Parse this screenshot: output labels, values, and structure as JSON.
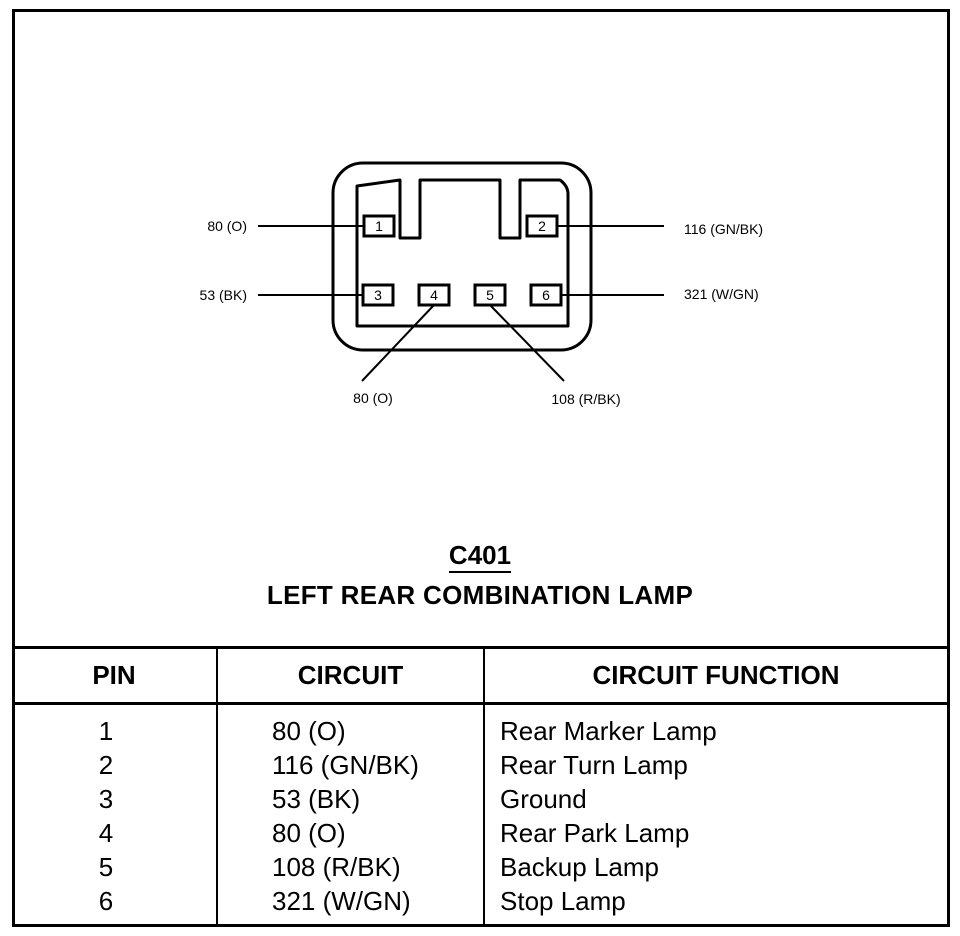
{
  "connector": {
    "id": "C401",
    "name": "LEFT REAR COMBINATION LAMP",
    "pins": [
      {
        "pin": "1",
        "wire": "80 (O)"
      },
      {
        "pin": "2",
        "wire": "116 (GN/BK)"
      },
      {
        "pin": "3",
        "wire": "53 (BK)"
      },
      {
        "pin": "4",
        "wire": "80 (O)"
      },
      {
        "pin": "5",
        "wire": "108 (R/BK)"
      },
      {
        "pin": "6",
        "wire": "321 (W/GN)"
      }
    ]
  },
  "table": {
    "headers": {
      "pin": "PIN",
      "circuit": "CIRCUIT",
      "function": "CIRCUIT FUNCTION"
    },
    "rows": [
      {
        "pin": "1",
        "circuit": "80 (O)",
        "function": "Rear Marker Lamp"
      },
      {
        "pin": "2",
        "circuit": "116 (GN/BK)",
        "function": "Rear Turn Lamp"
      },
      {
        "pin": "3",
        "circuit": "53 (BK)",
        "function": "Ground"
      },
      {
        "pin": "4",
        "circuit": "80 (O)",
        "function": "Rear Park Lamp"
      },
      {
        "pin": "5",
        "circuit": "108 (R/BK)",
        "function": "Backup Lamp"
      },
      {
        "pin": "6",
        "circuit": "321 (W/GN)",
        "function": "Stop Lamp"
      }
    ]
  }
}
